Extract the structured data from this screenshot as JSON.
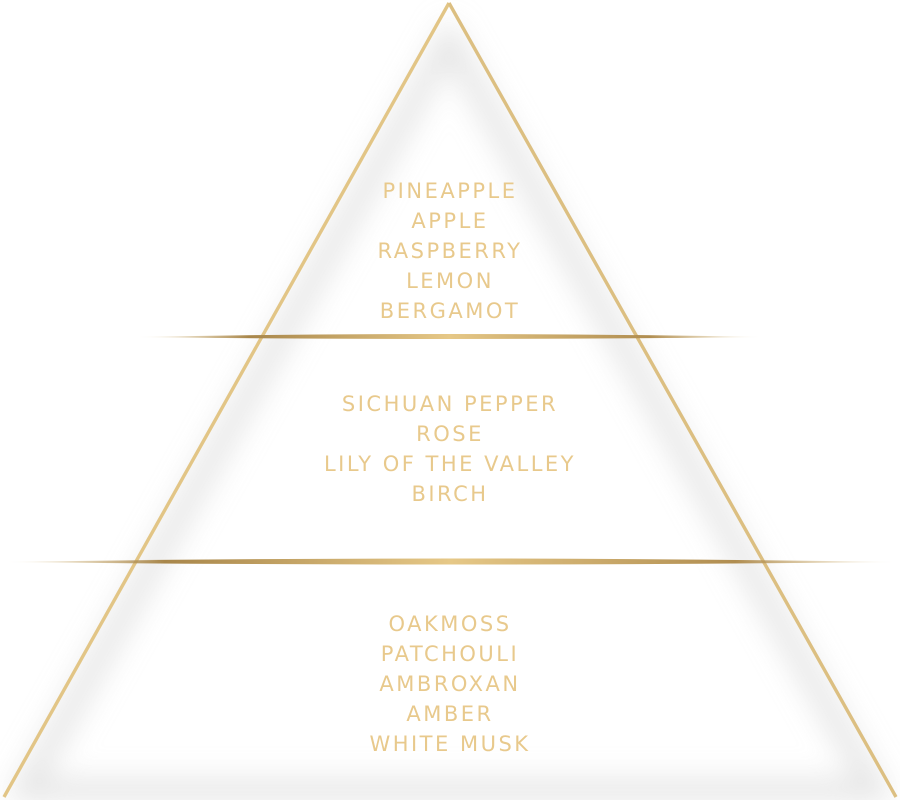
{
  "colors": {
    "gold_light": "#f3dc9d",
    "gold": "#d4b06a",
    "gold_dark": "#8c6b36",
    "note_text": "#e8c98c",
    "background": "#ffffff"
  },
  "pyramid": {
    "tiers": [
      {
        "id": "top",
        "notes": [
          "PINEAPPLE",
          "APPLE",
          "RASPBERRY",
          "LEMON",
          "BERGAMOT"
        ]
      },
      {
        "id": "middle",
        "notes": [
          "SICHUAN PEPPER",
          "ROSE",
          "LILY OF THE VALLEY",
          "BIRCH"
        ]
      },
      {
        "id": "base",
        "notes": [
          "OAKMOSS",
          "PATCHOULI",
          "AMBROXAN",
          "AMBER",
          "WHITE MUSK"
        ]
      }
    ]
  }
}
